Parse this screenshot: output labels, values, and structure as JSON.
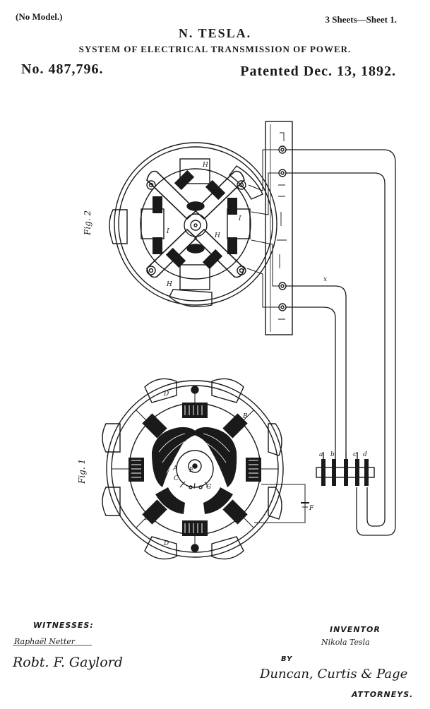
{
  "header": {
    "no_model": "(No Model.)",
    "sheets": "3 Sheets—Sheet 1.",
    "inventor": "N. TESLA.",
    "title": "SYSTEM OF ELECTRICAL TRANSMISSION OF POWER.",
    "patent_number": "No. 487,796.",
    "patent_date": "Patented Dec. 13, 1892."
  },
  "figures": {
    "fig2": "Fig. 2",
    "fig1": "Fig. 1",
    "labels": [
      "H",
      "H",
      "H",
      "I",
      "I",
      "D",
      "D",
      "B",
      "B",
      "A",
      "C",
      "E",
      "F",
      "G",
      "a",
      "b",
      "c",
      "d",
      "x"
    ]
  },
  "signatures": {
    "witnesses_label": "WITNESSES:",
    "witness1": "Raphaël Netter",
    "witness2": "Robt. F. Gaylord",
    "inventor_label": "INVENTOR",
    "inventor_sig": "Nikola Tesla",
    "by_label": "BY",
    "attorneys_sig": "Duncan, Curtis & Page",
    "attorneys_label": "ATTORNEYS."
  }
}
